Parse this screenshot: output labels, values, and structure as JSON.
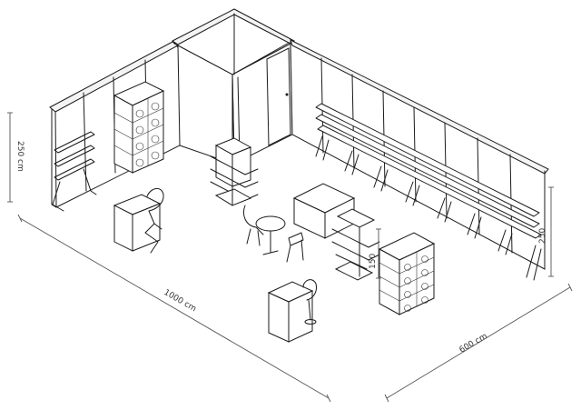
{
  "dimensions": {
    "height_left": "250 cm",
    "length": "1000 cm",
    "width": "600 cm",
    "height_right": "250",
    "counter_height": "150"
  },
  "colors": {
    "line": "#1a1a1a",
    "dimension": "#555555",
    "background": "#ffffff"
  }
}
